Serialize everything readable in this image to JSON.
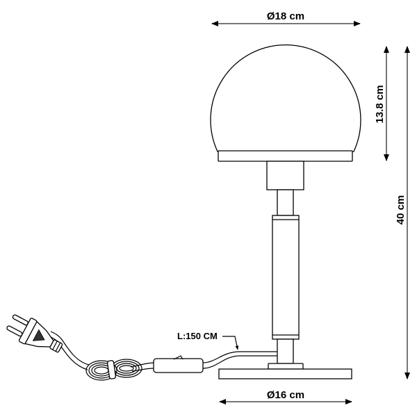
{
  "drawing": {
    "subject": "table lamp",
    "dimensions": {
      "shade_diameter": "Ø18 cm",
      "shade_height": "13.8 cm",
      "total_height": "40 cm",
      "base_diameter": "Ø16 cm",
      "cable_length": "L:150 CM"
    },
    "colors": {
      "line": "#000000",
      "dimension_line": "#777777",
      "background": "#ffffff"
    }
  }
}
